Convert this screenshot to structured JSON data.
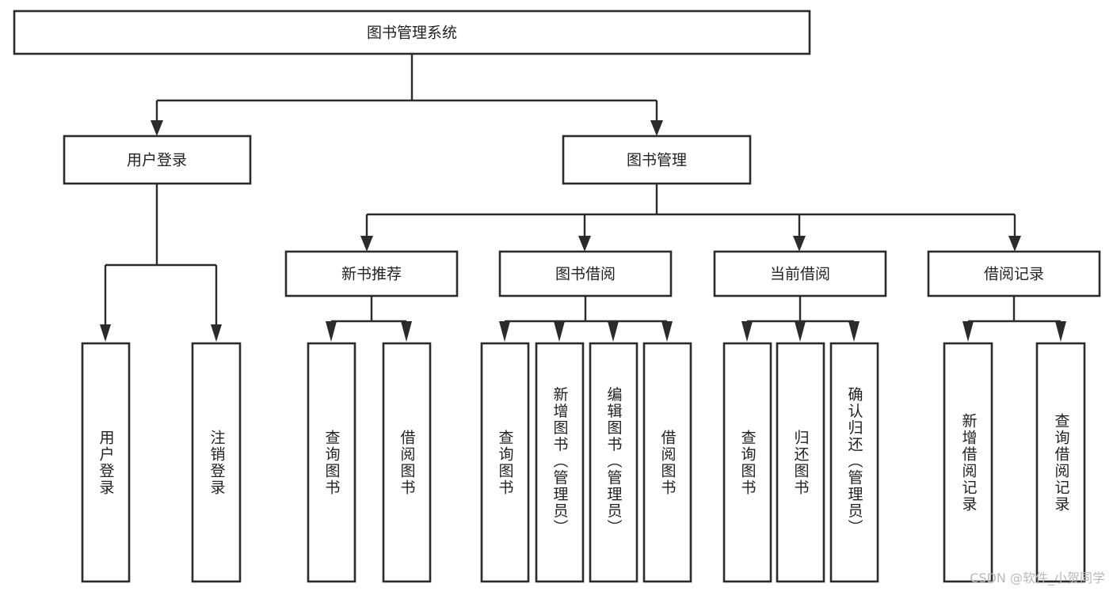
{
  "diagram": {
    "type": "tree",
    "title": "图书管理系统",
    "orientation": "top-down",
    "background_color": "#ffffff",
    "box_stroke_color": "#2b2b2b",
    "box_fill_color": "#ffffff",
    "text_color": "#222222",
    "levels": 4,
    "nodes": {
      "root": {
        "label": "图书管理系统",
        "level": 0
      },
      "user_login": {
        "label": "用户登录",
        "level": 1
      },
      "book_manage": {
        "label": "图书管理",
        "level": 1
      },
      "new_book_rec": {
        "label": "新书推荐",
        "level": 2
      },
      "book_borrow": {
        "label": "图书借阅",
        "level": 2
      },
      "current_borrow": {
        "label": "当前借阅",
        "level": 2
      },
      "borrow_record": {
        "label": "借阅记录",
        "level": 2
      },
      "leaf_user_login": {
        "label": "用户登录",
        "level": 3
      },
      "leaf_logout": {
        "label": "注销登录",
        "level": 3
      },
      "leaf_query_book_a": {
        "label": "查询图书",
        "level": 3
      },
      "leaf_borrow_book_a": {
        "label": "借阅图书",
        "level": 3
      },
      "leaf_query_book_b": {
        "label": "查询图书",
        "level": 3
      },
      "leaf_add_book": {
        "label": "新增图书（管理员）",
        "level": 3
      },
      "leaf_edit_book": {
        "label": "编辑图书（管理员）",
        "level": 3
      },
      "leaf_borrow_book_b": {
        "label": "借阅图书",
        "level": 3
      },
      "leaf_query_book_c": {
        "label": "查询图书",
        "level": 3
      },
      "leaf_return_book": {
        "label": "归还图书",
        "level": 3
      },
      "leaf_confirm_return": {
        "label": "确认归还（管理员）",
        "level": 3
      },
      "leaf_add_record": {
        "label": "新增借阅记录",
        "level": 3
      },
      "leaf_query_record": {
        "label": "查询借阅记录",
        "level": 3
      }
    },
    "edges": [
      {
        "from": "root",
        "to": "user_login"
      },
      {
        "from": "root",
        "to": "book_manage"
      },
      {
        "from": "book_manage",
        "to": "new_book_rec"
      },
      {
        "from": "book_manage",
        "to": "book_borrow"
      },
      {
        "from": "book_manage",
        "to": "current_borrow"
      },
      {
        "from": "book_manage",
        "to": "borrow_record"
      },
      {
        "from": "user_login",
        "to": "leaf_user_login"
      },
      {
        "from": "user_login",
        "to": "leaf_logout"
      },
      {
        "from": "new_book_rec",
        "to": "leaf_query_book_a"
      },
      {
        "from": "new_book_rec",
        "to": "leaf_borrow_book_a"
      },
      {
        "from": "book_borrow",
        "to": "leaf_query_book_b"
      },
      {
        "from": "book_borrow",
        "to": "leaf_add_book"
      },
      {
        "from": "book_borrow",
        "to": "leaf_edit_book"
      },
      {
        "from": "book_borrow",
        "to": "leaf_borrow_book_b"
      },
      {
        "from": "current_borrow",
        "to": "leaf_query_book_c"
      },
      {
        "from": "current_borrow",
        "to": "leaf_return_book"
      },
      {
        "from": "current_borrow",
        "to": "leaf_confirm_return"
      },
      {
        "from": "borrow_record",
        "to": "leaf_add_record"
      },
      {
        "from": "borrow_record",
        "to": "leaf_query_record"
      }
    ]
  },
  "watermark": {
    "text": "CSDN @软件_小贺同学"
  }
}
